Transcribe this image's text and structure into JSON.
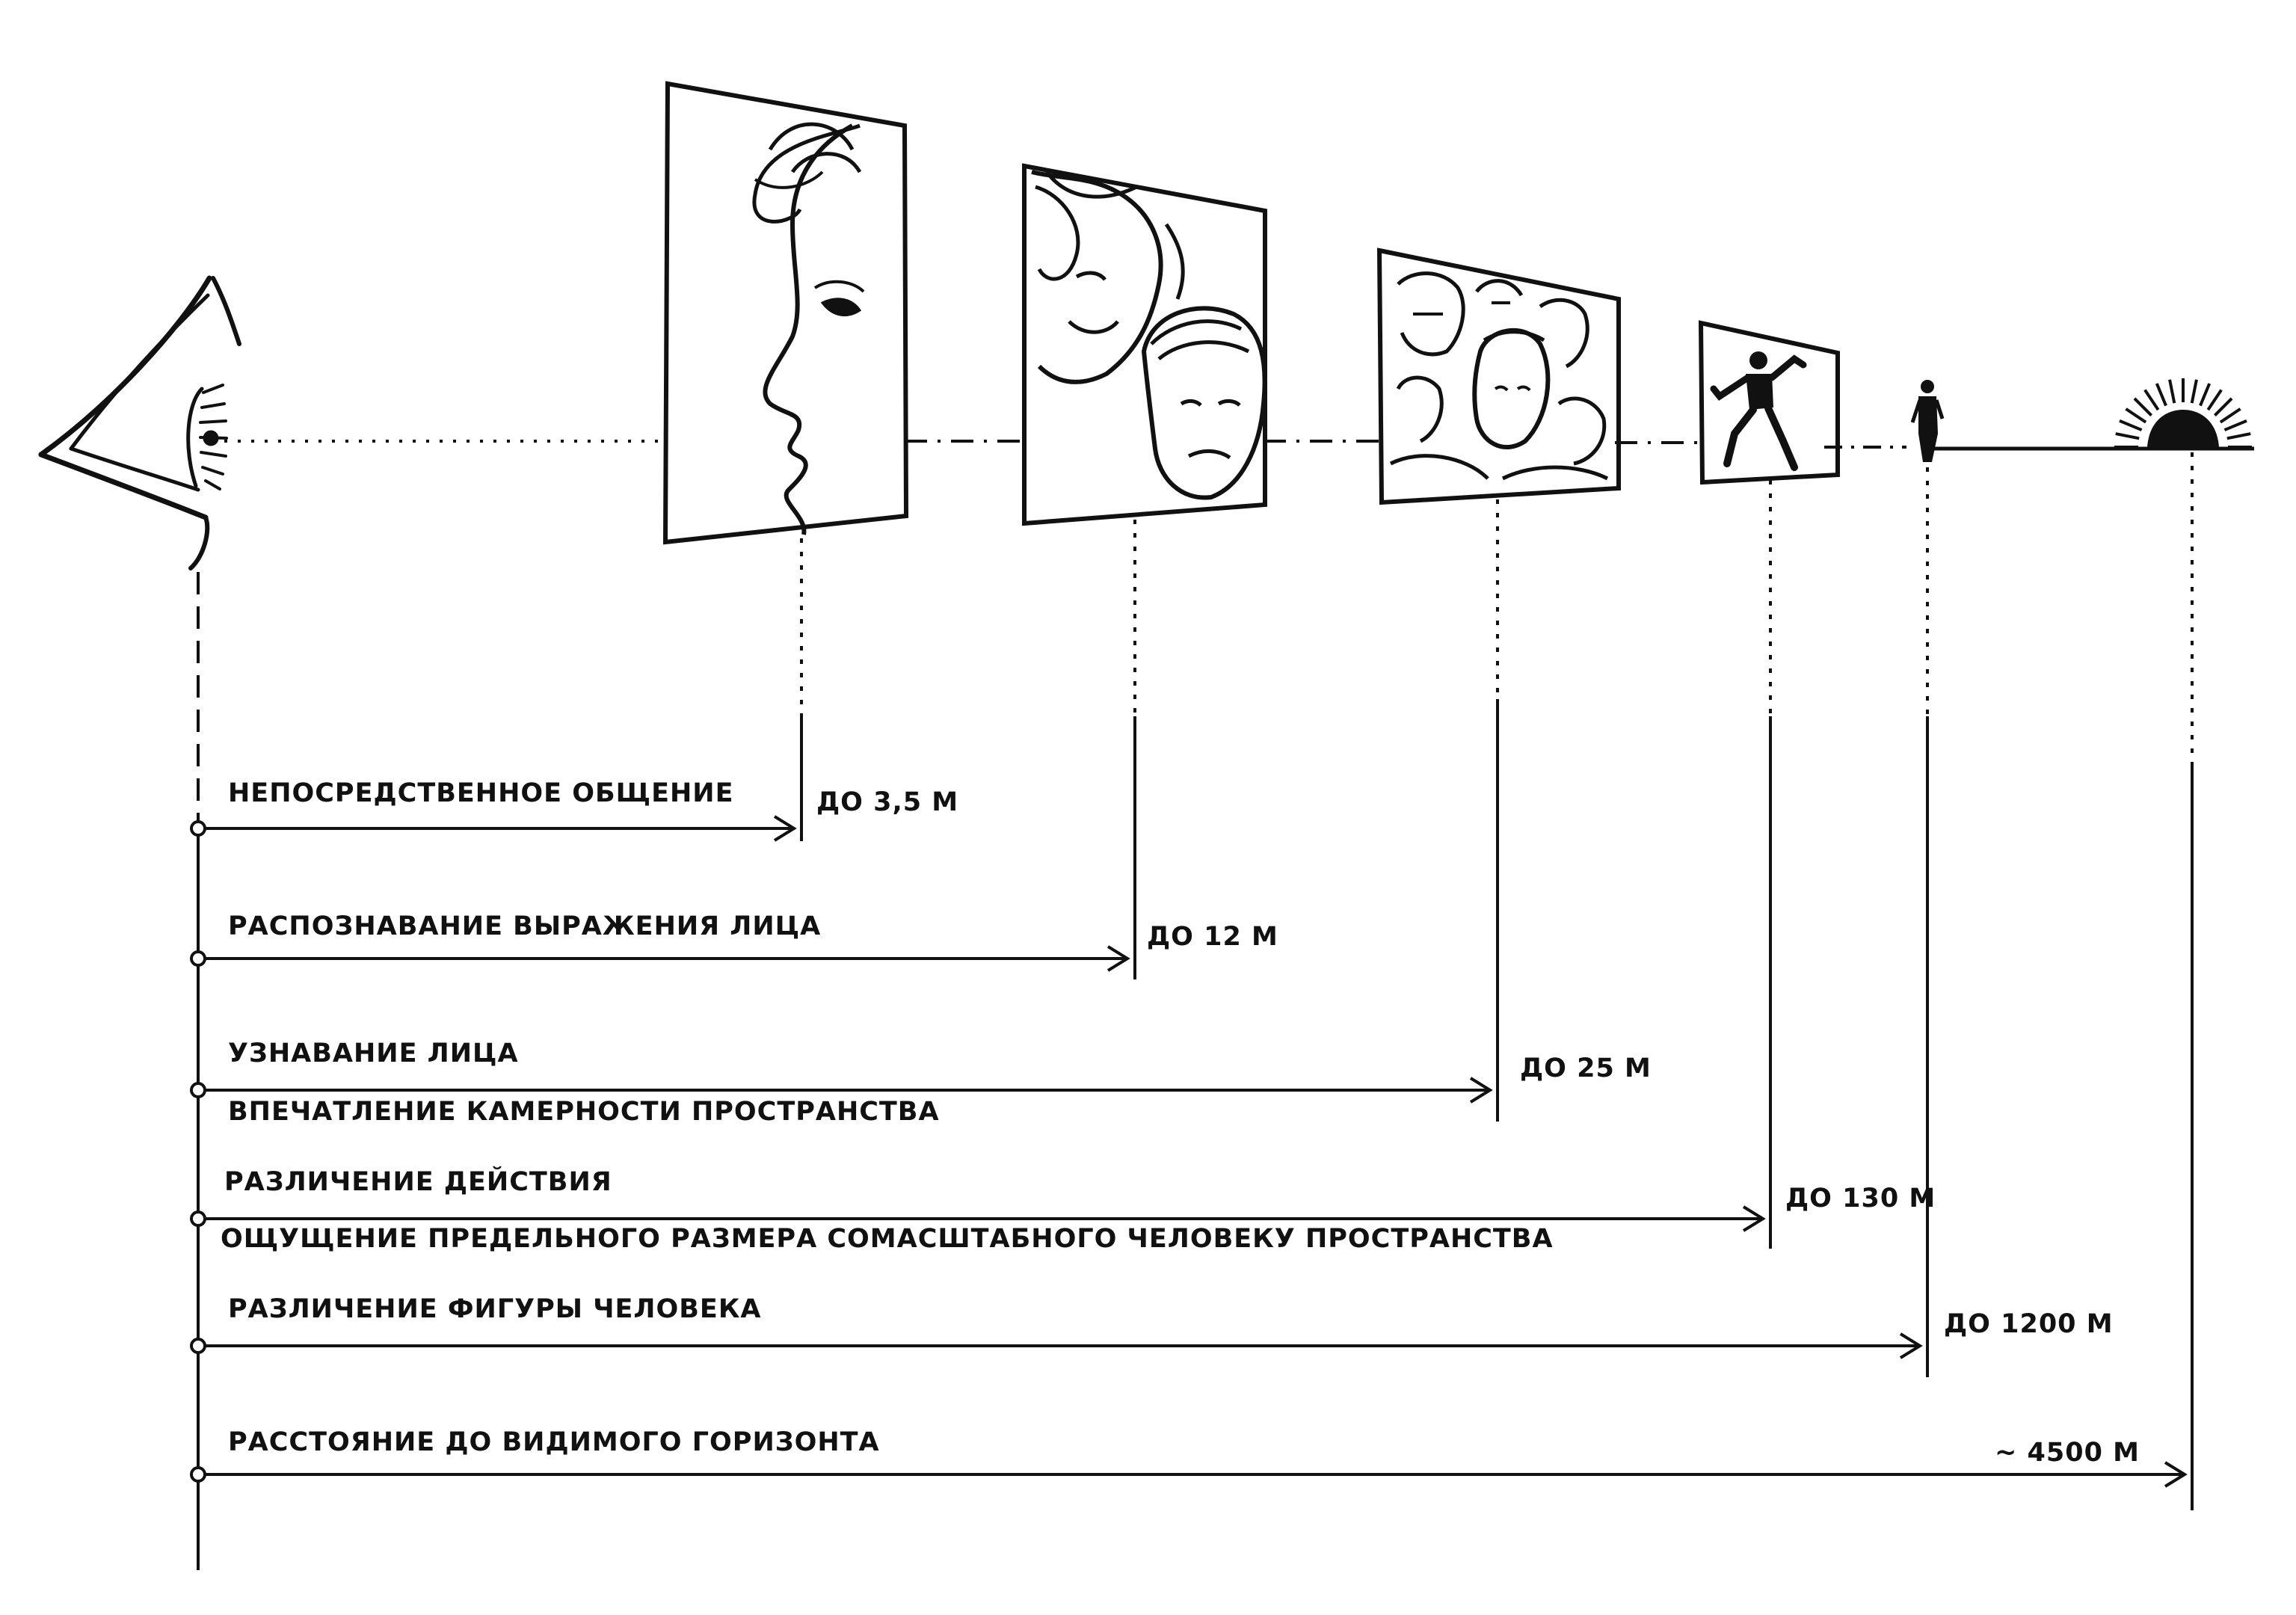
{
  "colors": {
    "ink": "#111111",
    "background": "#ffffff"
  },
  "icons": [
    "eye-icon",
    "face-closeup-icon",
    "two-faces-icon",
    "crowd-faces-icon",
    "dancing-figure-icon",
    "standing-person-icon",
    "horizon-sun-icon"
  ],
  "ranges": [
    {
      "lines": [
        "НЕПОСРЕДСТВЕННОЕ ОБЩЕНИЕ"
      ],
      "distance": "ДО 3,5 М"
    },
    {
      "lines": [
        "РАСПОЗНАВАНИЕ  ВЫРАЖЕНИЯ ЛИЦА"
      ],
      "distance": "ДО 12 М"
    },
    {
      "lines": [
        "УЗНАВАНИЕ ЛИЦА",
        "ВПЕЧАТЛЕНИЕ КАМЕРНОСТИ ПРОСТРАНСТВА"
      ],
      "distance": "ДО 25 М"
    },
    {
      "lines": [
        "РАЗЛИЧЕНИЕ ДЕЙСТВИЯ",
        "ОЩУЩЕНИЕ ПРЕДЕЛЬНОГО РАЗМЕРА СОМАСШТАБНОГО ЧЕЛОВЕКУ  ПРОСТРАНСТВА"
      ],
      "distance": "ДО 130 М"
    },
    {
      "lines": [
        "РАЗЛИЧЕНИЕ ФИГУРЫ ЧЕЛОВЕКА"
      ],
      "distance": "ДО 1200 М"
    },
    {
      "lines": [
        "РАССТОЯНИЕ ДО ВИДИМОГО ГОРИЗОНТА"
      ],
      "distance": "~  4500 М"
    }
  ]
}
